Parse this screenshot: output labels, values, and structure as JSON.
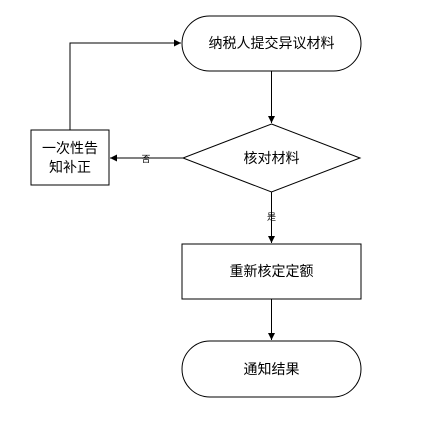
{
  "flowchart": {
    "start": "纳税人提交异议材料",
    "review": "核对材料",
    "correction_line1": "一次性告",
    "correction_line2": "知补正",
    "recalc": "重新核定定额",
    "end": "通知结果",
    "label_no": "否",
    "label_yes": "是"
  }
}
